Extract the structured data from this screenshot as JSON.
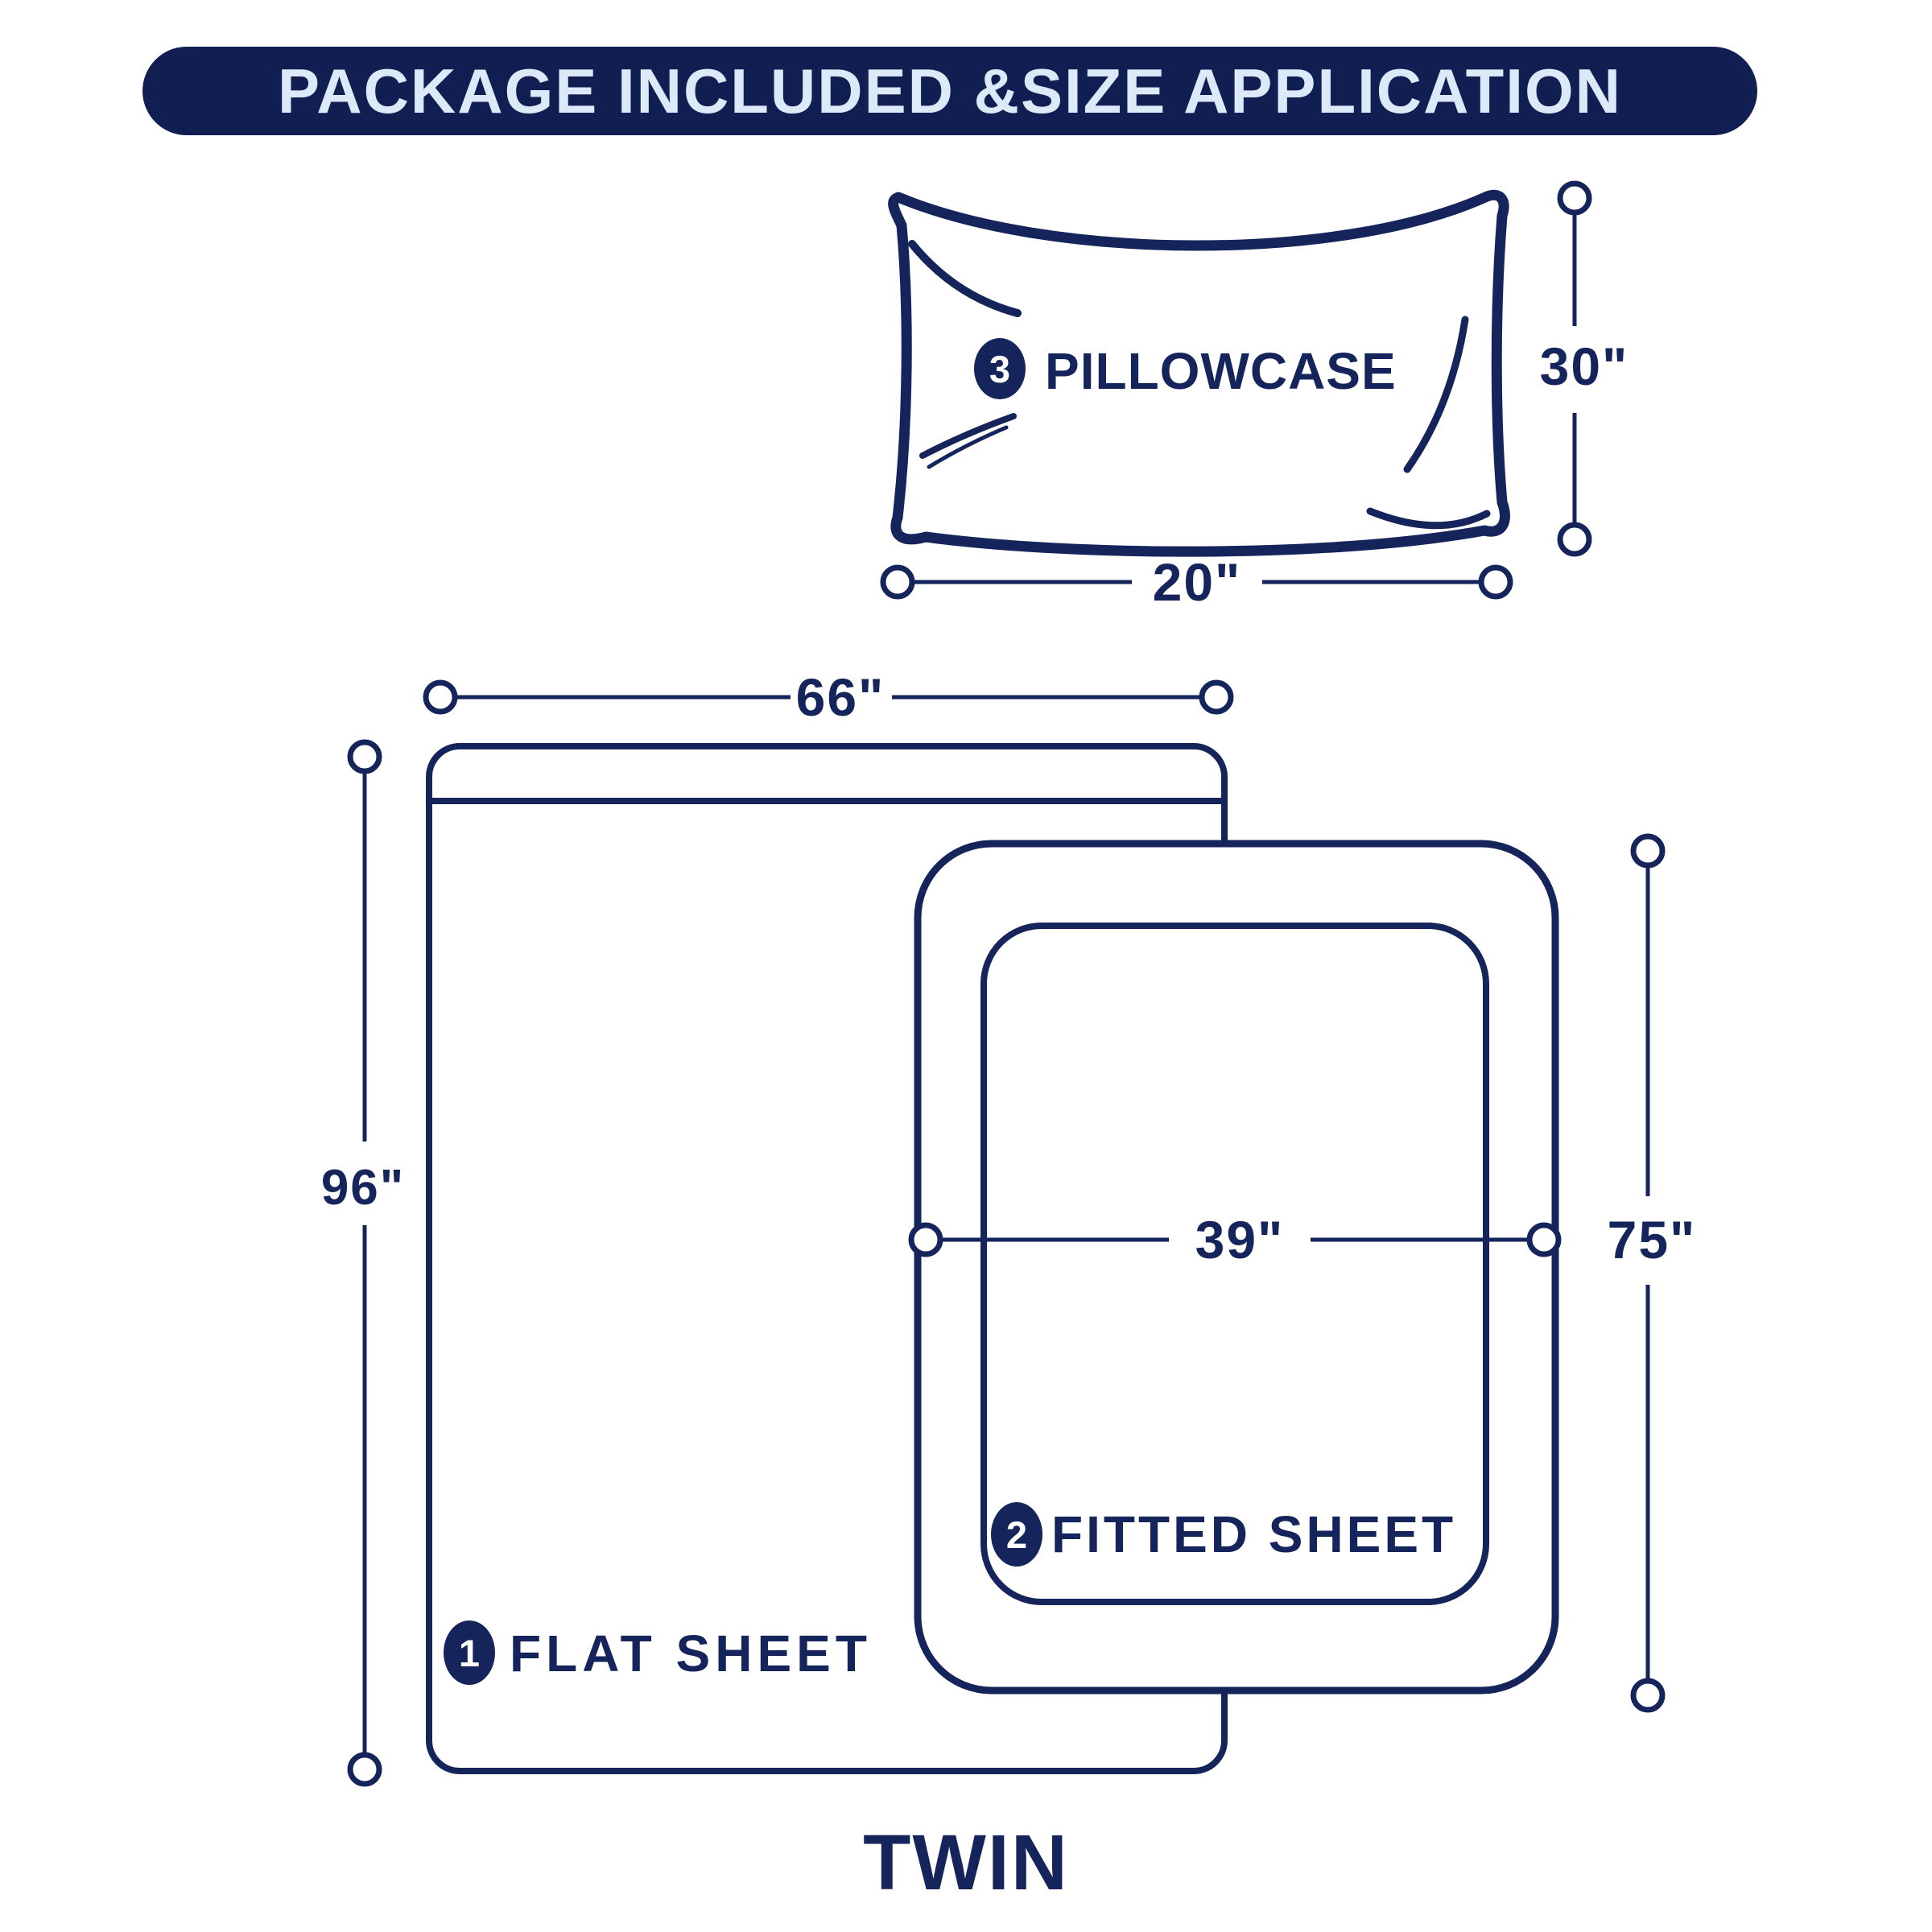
{
  "header": {
    "title": "PACKAGE INCLUDED &SIZE APPLICATION"
  },
  "colors": {
    "navy": "#16245c",
    "header_bg": "#111e52",
    "header_text": "#dce9f8",
    "white": "#ffffff"
  },
  "items": {
    "pillowcase": {
      "badge": "3",
      "label": "PILLOWCASE",
      "width": "20\"",
      "height": "30\""
    },
    "fitted_sheet": {
      "badge": "2",
      "label": "FITTED SHEET",
      "width": "39\"",
      "height": "75\""
    },
    "flat_sheet": {
      "badge": "1",
      "label": "FLAT SHEET",
      "width": "66\"",
      "height": "96\""
    }
  },
  "size_name": "TWIN"
}
